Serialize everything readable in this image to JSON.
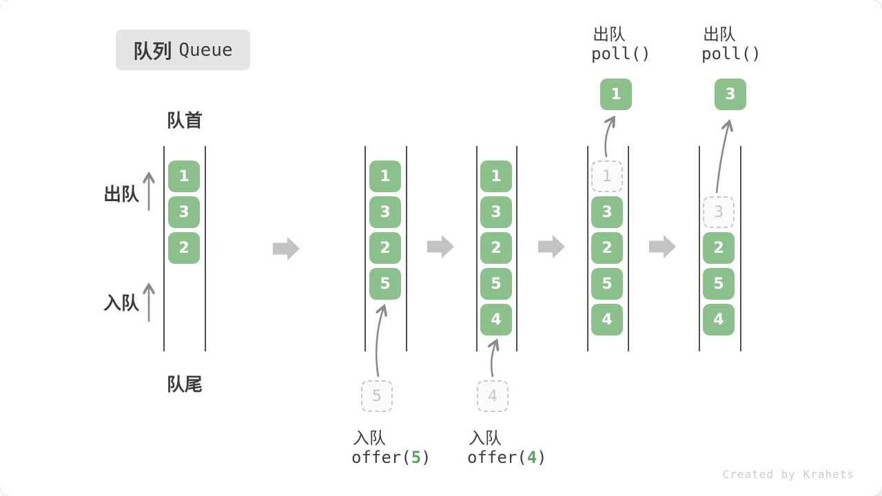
{
  "title": {
    "zh": "队列",
    "en": "Queue"
  },
  "labels": {
    "front": "队首",
    "rear": "队尾",
    "dequeue_side": "出队",
    "enqueue_side": "入队"
  },
  "states": [
    {
      "boxes": [
        "1",
        "3",
        "2"
      ]
    },
    {
      "boxes": [
        "1",
        "3",
        "2",
        "5"
      ],
      "incoming": "5",
      "op": {
        "zh": "入队",
        "fn": "offer(",
        "arg": "5",
        "close": ")"
      }
    },
    {
      "boxes": [
        "1",
        "3",
        "2",
        "5",
        "4"
      ],
      "incoming": "4",
      "op": {
        "zh": "入队",
        "fn": "offer(",
        "arg": "4",
        "close": ")"
      }
    },
    {
      "removed": "1",
      "remaining": [
        "3",
        "2",
        "5",
        "4"
      ],
      "popped": "1",
      "op": {
        "zh": "出队",
        "fn": "poll()"
      }
    },
    {
      "removed": "3",
      "remaining": [
        "2",
        "5",
        "4"
      ],
      "popped": "3",
      "op": {
        "zh": "出队",
        "fn": "poll()"
      }
    }
  ],
  "watermark": "Created by Krahets",
  "colors": {
    "box_green": "#8cc08c",
    "code_accent_green": "#5fa05f",
    "flow_arrow_gray": "#c3c3c3",
    "thin_arrow_gray": "#8a8a8a",
    "channel_line": "#4f4f4f",
    "badge_bg": "#e5e5e5",
    "text_dark": "#3b3b3b",
    "dashed_box_border": "#c9c9c9",
    "watermark_gray": "#cbcbcb"
  }
}
